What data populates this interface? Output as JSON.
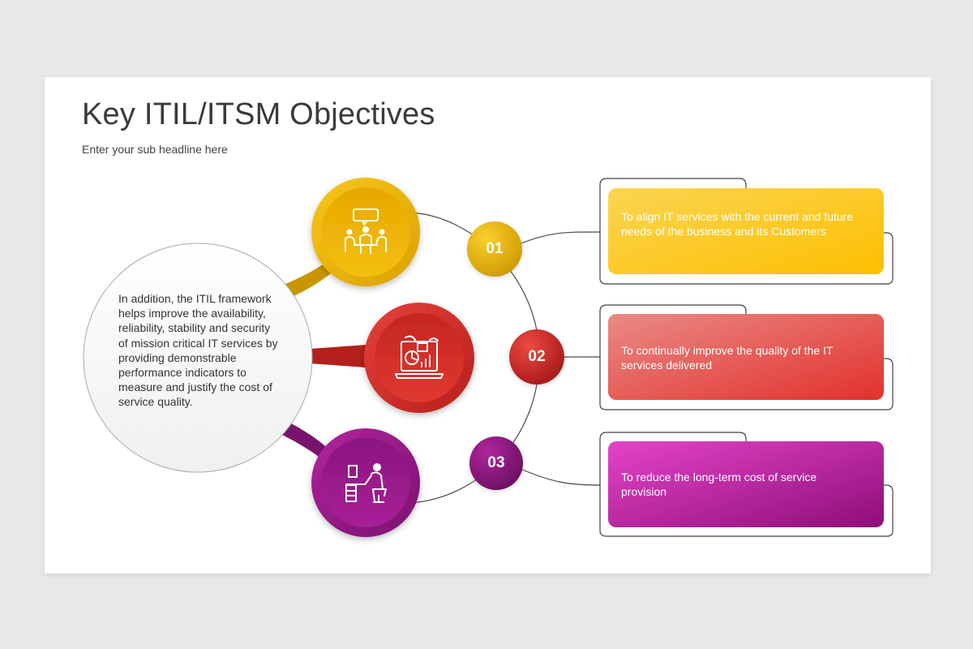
{
  "slide": {
    "title": "Key ITIL/ITSM Objectives",
    "subtitle": "Enter your sub headline here",
    "intro": "In addition, the ITIL framework helps improve the availability, reliability, stability and security of mission critical IT services by providing demonstrable performance indicators to measure and justify the cost of service quality."
  },
  "objectives": [
    {
      "number": "01",
      "text": "To align IT services with the current and future needs of the business and its Customers",
      "icon": "meeting-icon",
      "color": "#f2b705"
    },
    {
      "number": "02",
      "text": "To continually  improve the quality of the IT services delivered",
      "icon": "laptop-analytics-icon",
      "color": "#d4302c"
    },
    {
      "number": "03",
      "text": "To reduce the long-term cost of service provision",
      "icon": "desk-worker-icon",
      "color": "#9e1b8c"
    }
  ]
}
